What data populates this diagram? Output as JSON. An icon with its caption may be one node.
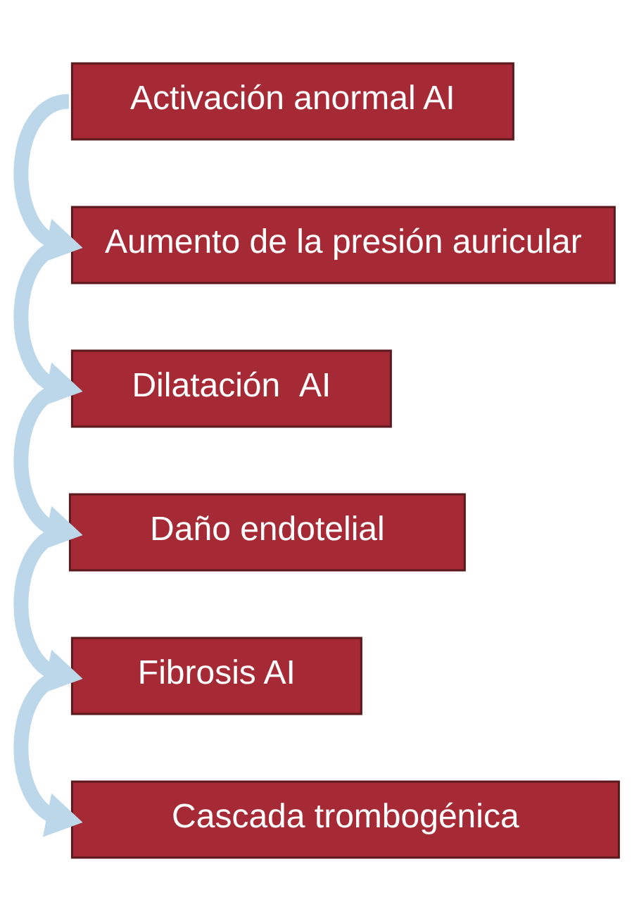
{
  "diagram": {
    "nodes": [
      {
        "text": [
          "Activación anormal AI"
        ]
      },
      {
        "text": [
          "Aumento de la presión auricular"
        ]
      },
      {
        "text": [
          "Dilatación  AI"
        ]
      },
      {
        "text": [
          "Daño endotelial"
        ]
      },
      {
        "text": [
          "Fibrosis AI"
        ]
      },
      {
        "text": [
          "Cascada trombogénica"
        ]
      }
    ],
    "edges": [
      {
        "from": 0,
        "to": 1,
        "arrow": "to"
      },
      {
        "from": 1,
        "to": 2,
        "arrow": "to"
      },
      {
        "from": 2,
        "to": 3,
        "arrow": "to"
      },
      {
        "from": 3,
        "to": 4,
        "arrow": "to"
      },
      {
        "from": 4,
        "to": 5,
        "arrow": "to"
      }
    ]
  }
}
